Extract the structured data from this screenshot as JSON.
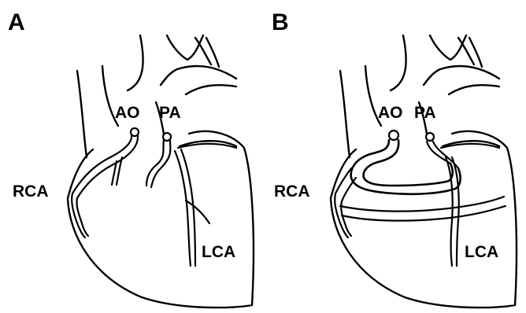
{
  "panels": [
    {
      "letter": "A",
      "labels": {
        "aorta": "AO",
        "pulmonary_artery": "PA",
        "right_coronary": "RCA",
        "left_coronary": "LCA"
      }
    },
    {
      "letter": "B",
      "labels": {
        "aorta": "AO",
        "pulmonary_artery": "PA",
        "right_coronary": "RCA",
        "left_coronary": "LCA"
      }
    }
  ],
  "colors": {
    "line": "#000000",
    "background": "#ffffff"
  }
}
